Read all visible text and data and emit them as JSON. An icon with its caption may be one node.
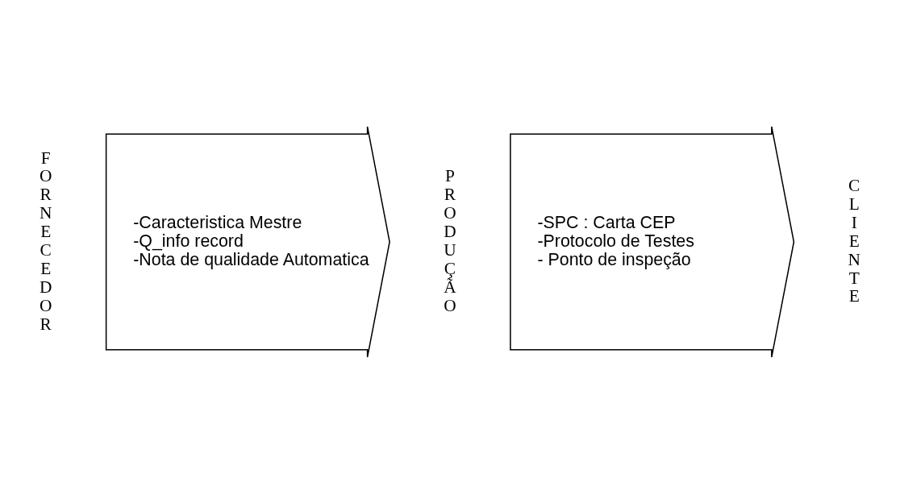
{
  "diagram": {
    "nodes": [
      {
        "text": [
          "FORNECEDOR"
        ]
      },
      {
        "text": [
          "-Caracteristica Mestre",
          "-Q_info record",
          "-Nota de qualidade Automatica"
        ]
      },
      {
        "text": [
          "PRODUÇÃO"
        ]
      },
      {
        "text": [
          "-SPC : Carta CEP",
          "-Protocolo de Testes",
          "- Ponto de inspeção"
        ]
      },
      {
        "text": [
          "CLIENTE"
        ]
      }
    ]
  }
}
